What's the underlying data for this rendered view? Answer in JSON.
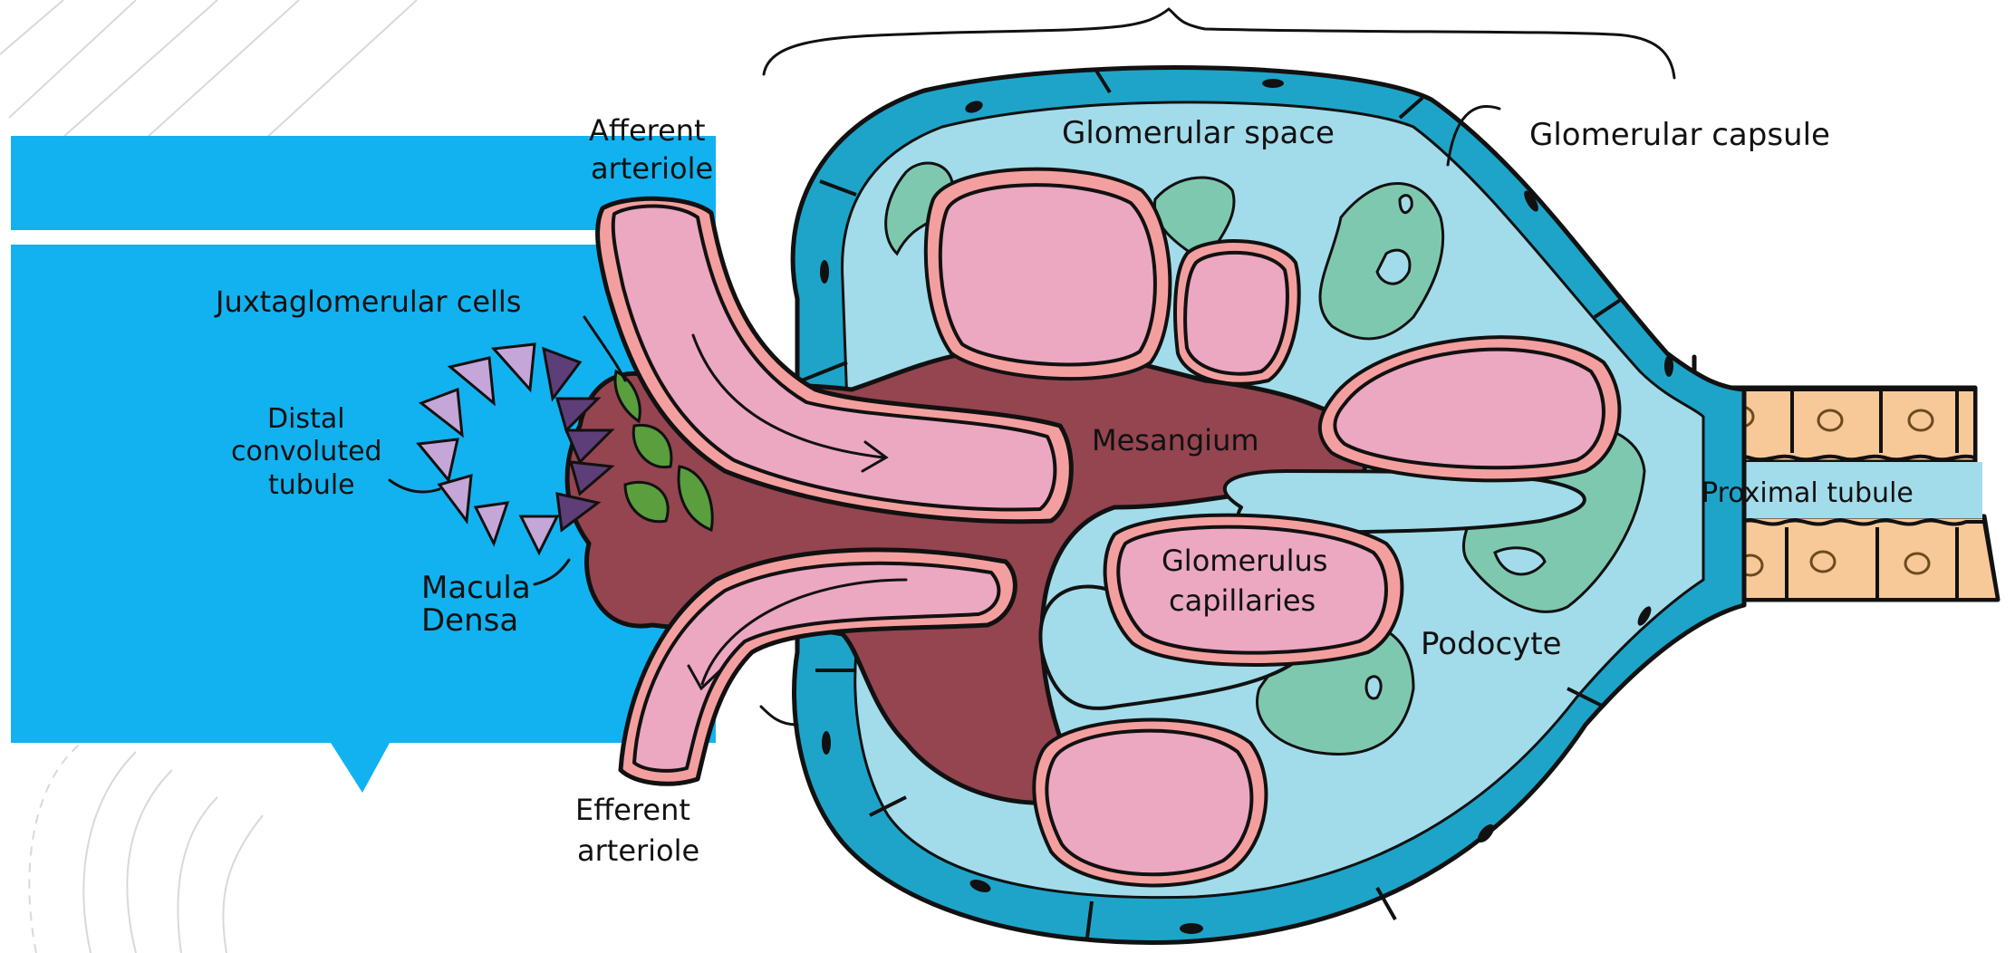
{
  "labels": {
    "afferent_arteriole_1": "Afferent",
    "afferent_arteriole_2": "arteriole",
    "juxtaglomerular_cells": "Juxtaglomerular cells",
    "distal_1": "Distal",
    "distal_2": "convoluted",
    "distal_3": "tubule",
    "macula_1": "Macula",
    "macula_2": "Densa",
    "efferent_arteriole_1": "Efferent",
    "efferent_arteriole_2": "arteriole",
    "glomerular_space": "Glomerular space",
    "glomerular_capsule": "Glomerular capsule",
    "mesangium": "Mesangium",
    "glomerulus_capillaries_1": "Glomerulus",
    "glomerulus_capillaries_2": "capillaries",
    "podocyte": "Podocyte",
    "proximal_tubule": "Proximal tubule"
  },
  "colors": {
    "slide_blue": "#12b2f0",
    "capsule_blue": "#1ea4c9",
    "space_light_blue": "#a2dcea",
    "mesangium": "#944550",
    "capillary_pink": "#eca7c1",
    "capillary_wall": "#f49f9f",
    "podocyte_green": "#7fc8b0",
    "jg_green": "#5a9e3e",
    "macula_dark_purple": "#5e3e78",
    "dct_light_purple": "#c5a6d8",
    "tubule_orange": "#f7c998"
  }
}
